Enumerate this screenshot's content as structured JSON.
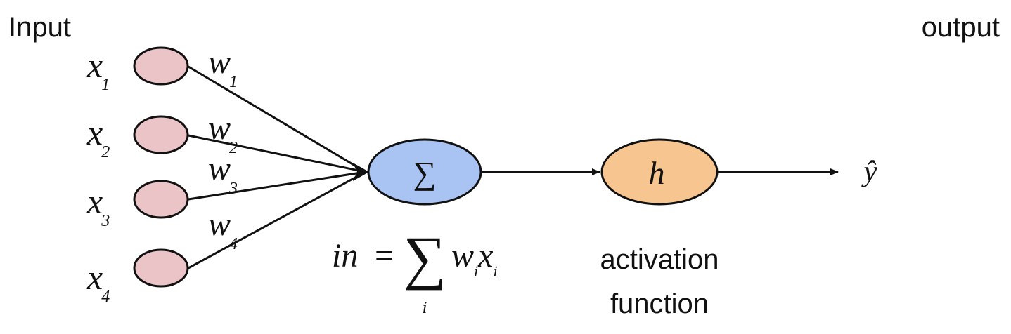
{
  "labels": {
    "input": "Input",
    "output": "output",
    "activation_line1": "activation",
    "activation_line2": "function"
  },
  "inputs": [
    {
      "var": "x",
      "sub": "1",
      "weight": "w",
      "weight_sub": "1"
    },
    {
      "var": "x",
      "sub": "2",
      "weight": "w",
      "weight_sub": "2"
    },
    {
      "var": "x",
      "sub": "3",
      "weight": "w",
      "weight_sub": "3"
    },
    {
      "var": "x",
      "sub": "4",
      "weight": "w",
      "weight_sub": "4"
    }
  ],
  "sum_node": {
    "symbol": "∑"
  },
  "activation_node": {
    "symbol": "h"
  },
  "output_symbol": "ŷ",
  "formula": {
    "lhs": "in",
    "equals": "=",
    "sigma": "∑",
    "sigma_index": "i",
    "w": "w",
    "w_sub": "i",
    "x": "x",
    "x_sub": "i"
  },
  "colors": {
    "input_node_fill": "#ebc4c8",
    "sum_node_fill": "#a9c4f2",
    "activation_node_fill": "#f7c690",
    "stroke": "#111111"
  }
}
